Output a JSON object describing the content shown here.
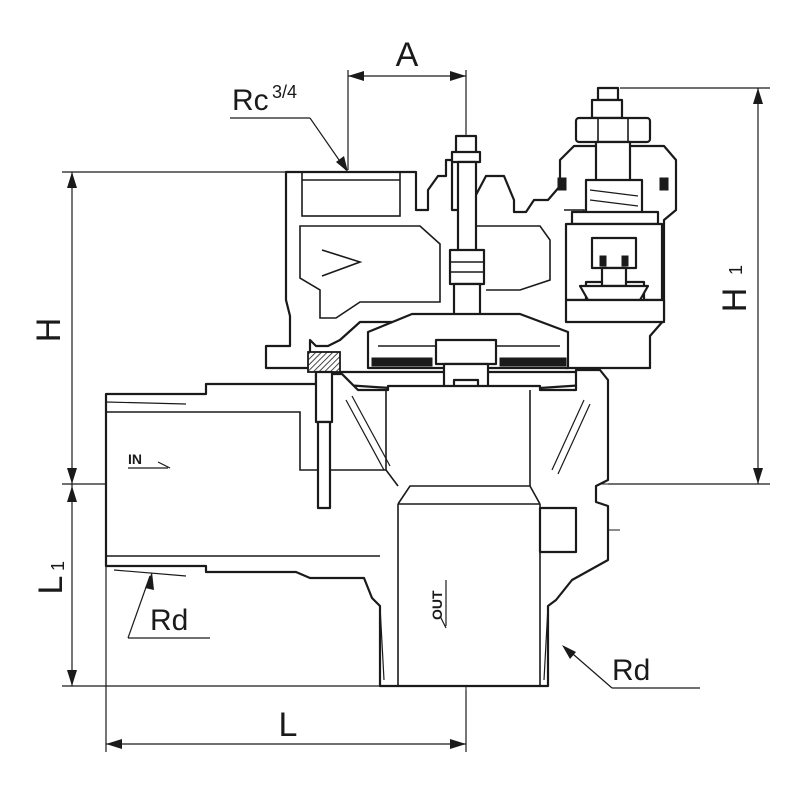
{
  "labels": {
    "dim_a": "A",
    "dim_h": "H",
    "dim_h1": "H",
    "dim_h1_sub": "1",
    "dim_l": "L",
    "dim_l1": "L",
    "dim_l1_sub": "1",
    "thread_top": "Rc",
    "thread_top_size": "3/4",
    "thread_left": "Rd",
    "thread_right": "Rd",
    "flow_in": "IN",
    "flow_out": "OUT"
  },
  "colors": {
    "line": "#1a1a1a",
    "background": "#ffffff"
  }
}
